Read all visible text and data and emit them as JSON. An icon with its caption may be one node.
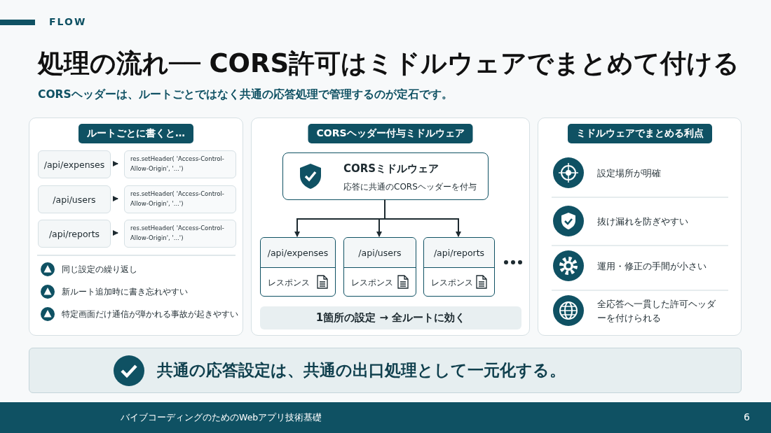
{
  "diagram": {
    "title": "処理の流れ── CORS許可はミドルウェアでまとめて付ける",
    "nodes": [
      {
        "text": [
          "ルートごとに書くと…"
        ]
      },
      {
        "text": [
          "/api/expenses"
        ],
        "in": 0
      },
      {
        "text": [
          "res.setHeader( 'Access-Control-Allow-Origin', '...')"
        ],
        "in": 0
      },
      {
        "text": [
          "/api/users"
        ],
        "in": 0
      },
      {
        "text": [
          "res.setHeader( 'Access-Control-Allow-Origin', '...')"
        ],
        "in": 0
      },
      {
        "text": [
          "/api/reports"
        ],
        "in": 0
      },
      {
        "text": [
          "res.setHeader( 'Access-Control-Allow-Origin', '...')"
        ],
        "in": 0
      },
      {
        "text": [
          "CORSヘッダー付与ミドルウェア"
        ]
      },
      {
        "text": [
          "CORSミドルウェア",
          "応答に共通のCORSヘッダーを付与"
        ],
        "in": 7
      },
      {
        "text": [
          "/api/expenses",
          "レスポンス"
        ],
        "in": 7
      },
      {
        "text": [
          "/api/users",
          "レスポンス"
        ],
        "in": 7
      },
      {
        "text": [
          "/api/reports",
          "レスポンス"
        ],
        "in": 7
      },
      {
        "text": [
          "1箇所の設定 → 全ルートに効く"
        ],
        "in": 7
      },
      {
        "text": [
          "ミドルウェアでまとめる利点"
        ]
      },
      {
        "text": [
          "共通の応答設定は、共通の出口処理として一元化する。"
        ]
      }
    ],
    "edges": [
      {
        "from": 1,
        "to": 2,
        "arrow": "to"
      },
      {
        "from": 3,
        "to": 4,
        "arrow": "to"
      },
      {
        "from": 5,
        "to": 6,
        "arrow": "to"
      },
      {
        "from": 8,
        "to": 9,
        "arrow": "to"
      },
      {
        "from": 8,
        "to": 10,
        "arrow": "to"
      },
      {
        "from": 8,
        "to": 11,
        "arrow": "to"
      }
    ],
    "labels": [
      "FLOW",
      "CORSヘッダーは、ルートごとではなく共通の応答処理で管理するのが定石です。",
      "同じ設定の繰り返し",
      "新ルート追加時に書き忘れやすい",
      "特定画面だけ通信が弾かれる事故が起きやすい",
      "設定場所が明確",
      "抜け漏れを防ぎやすい",
      "運用・修正の手間が小さい",
      "全応答へ一貫した許可ヘッダーを付けられる",
      "バイブコーディングのためのWebアプリ技術基礎",
      "6"
    ]
  }
}
